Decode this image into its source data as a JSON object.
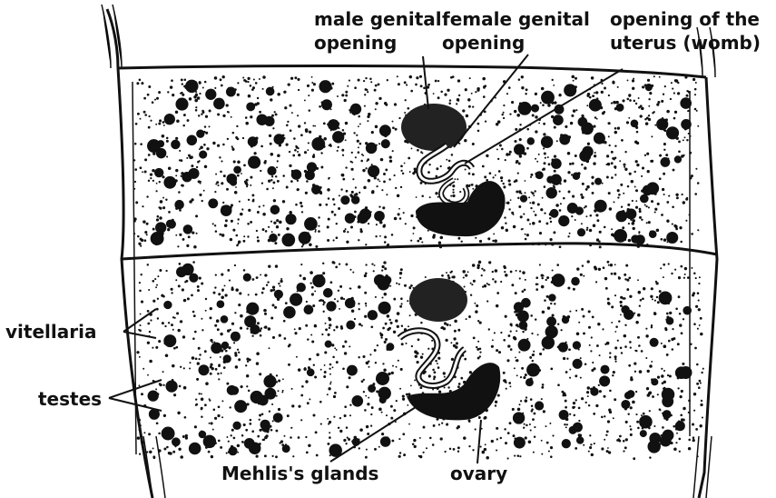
{
  "diagram": {
    "labels": {
      "male_genital_opening": [
        "male genital",
        "opening"
      ],
      "female_genital_opening": [
        "female genital",
        "opening"
      ],
      "uterus_opening": [
        "opening of the",
        "uterus (womb)"
      ],
      "vitellaria": "vitellaria",
      "testes": "testes",
      "mehlis_glands": "Mehlis's glands",
      "ovary": "ovary"
    },
    "colors": {
      "ink": "#111111",
      "paper": "#ffffff"
    }
  }
}
